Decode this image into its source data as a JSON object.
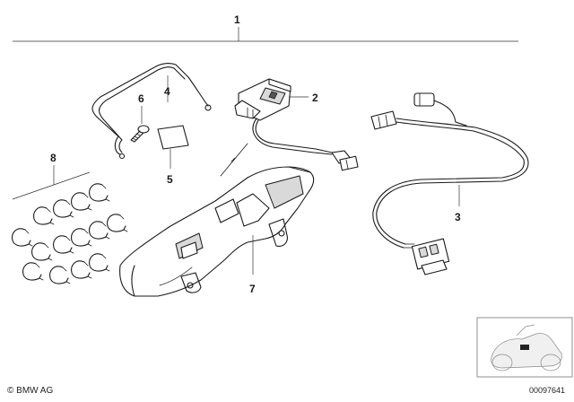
{
  "diagram": {
    "callouts": [
      {
        "id": "main",
        "label": "1"
      },
      {
        "id": "switch",
        "label": "2"
      },
      {
        "id": "harness",
        "label": "3"
      },
      {
        "id": "wire-bracket",
        "label": "4"
      },
      {
        "id": "pad",
        "label": "5"
      },
      {
        "id": "screw",
        "label": "6"
      },
      {
        "id": "cover",
        "label": "7"
      },
      {
        "id": "clips",
        "label": "8"
      }
    ]
  },
  "footer": {
    "copyright": "© BMW AG",
    "doc_number": "00097641"
  }
}
